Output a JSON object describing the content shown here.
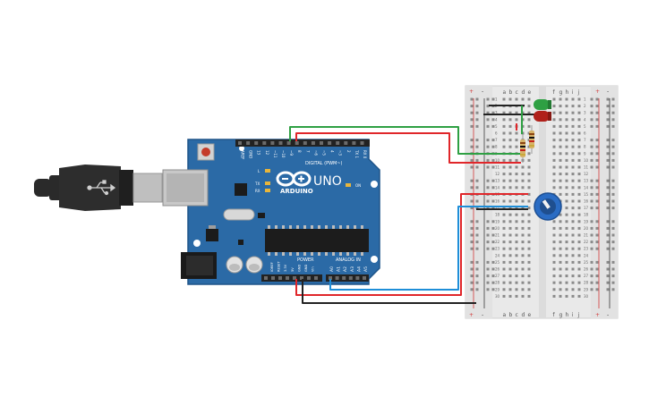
{
  "board": {
    "brand": "ARDUINO",
    "model": "UNO",
    "digital_header": "DIGITAL (PWM~)",
    "analog_header": "ANALOG IN",
    "power_header": "POWER",
    "on_label": "ON",
    "l_label": "L",
    "tx_label": "TX",
    "rx_label": "RX",
    "digital_pins": [
      "AREF",
      "GND",
      "13",
      "12",
      "~11",
      "~10",
      "~9",
      "8",
      "7",
      "~6",
      "~5",
      "4",
      "~3",
      "2",
      "TX 1",
      "RX 0"
    ],
    "power_pins": [
      "IOREF",
      "RESET",
      "3.3V",
      "5V",
      "GND",
      "GND",
      "Vin"
    ],
    "analog_pins": [
      "A0",
      "A1",
      "A2",
      "A3",
      "A4",
      "A5"
    ],
    "colors": {
      "board": "#2b6aa6",
      "header": "#222222",
      "chip": "#1c1c1c"
    }
  },
  "breadboard": {
    "column_letters_left": [
      "a",
      "b",
      "c",
      "d",
      "e"
    ],
    "column_letters_right": [
      "f",
      "g",
      "h",
      "i",
      "j"
    ],
    "rail_plus": "+",
    "rail_minus": "-",
    "row_count": 30
  },
  "components": {
    "led_green_color": "#2ea043",
    "led_red_color": "#b0201a",
    "potentiometer_color": "#2a6cc4",
    "usb_cable_color": "#2a2a2a"
  },
  "wires": {
    "green": "#2ea043",
    "red": "#e0262a",
    "black": "#222222",
    "blue": "#1e8ed8"
  }
}
